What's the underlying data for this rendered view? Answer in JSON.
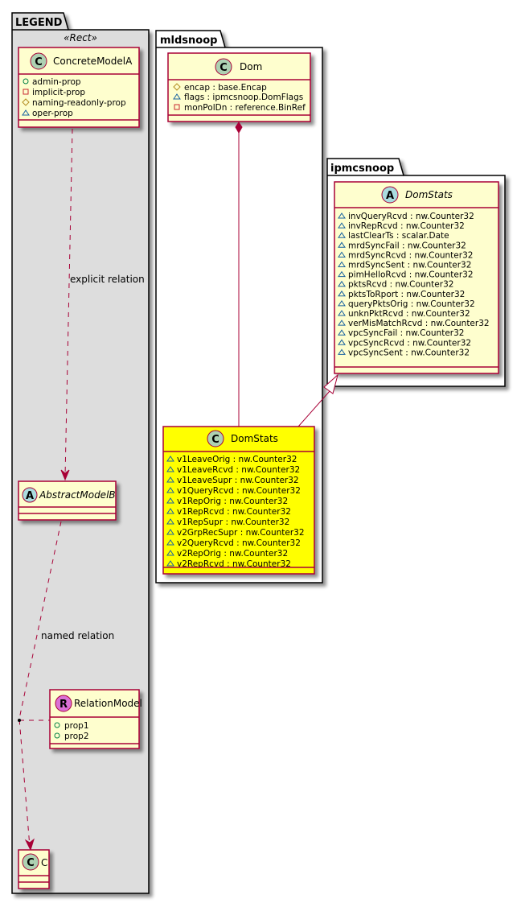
{
  "colors": {
    "class_fill": "#FEFECE",
    "highlight_fill": "#FFFF00",
    "border": "#A80036",
    "legend_fill": "#DDDDDD",
    "c_icon": "#ADD1B2",
    "a_icon": "#A9DCDF",
    "r_icon": "#DA70D6"
  },
  "legend": {
    "title": "LEGEND",
    "stereotype": "«Rect»",
    "concrete": {
      "icon": "C",
      "name": "ConcreteModelA",
      "attrs": [
        {
          "vis": "circle",
          "text": "admin-prop"
        },
        {
          "vis": "square",
          "text": "implicit-prop"
        },
        {
          "vis": "diamond",
          "text": "naming-readonly-prop"
        },
        {
          "vis": "triangle",
          "text": "oper-prop"
        }
      ]
    },
    "explicit_label": "explicit relation",
    "abstract": {
      "icon": "A",
      "name": "AbstractModelB"
    },
    "named_label": "named relation",
    "relation": {
      "icon": "R",
      "name": "RelationModel",
      "attrs": [
        {
          "vis": "circle",
          "text": "prop1"
        },
        {
          "vis": "circle",
          "text": "prop2"
        }
      ]
    },
    "c": {
      "icon": "C",
      "name": "C"
    }
  },
  "mldsnoop": {
    "title": "mldsnoop",
    "dom": {
      "icon": "C",
      "name": "Dom",
      "attrs": [
        {
          "vis": "diamond",
          "text": "encap : base.Encap"
        },
        {
          "vis": "triangle",
          "text": "flags : ipmcsnoop.DomFlags"
        },
        {
          "vis": "square",
          "text": "monPolDn : reference.BinRef"
        }
      ]
    },
    "domstats": {
      "icon": "C",
      "name": "DomStats",
      "attrs": [
        {
          "vis": "triangle",
          "text": "v1LeaveOrig : nw.Counter32"
        },
        {
          "vis": "triangle",
          "text": "v1LeaveRcvd : nw.Counter32"
        },
        {
          "vis": "triangle",
          "text": "v1LeaveSupr : nw.Counter32"
        },
        {
          "vis": "triangle",
          "text": "v1QueryRcvd : nw.Counter32"
        },
        {
          "vis": "triangle",
          "text": "v1RepOrig : nw.Counter32"
        },
        {
          "vis": "triangle",
          "text": "v1RepRcvd : nw.Counter32"
        },
        {
          "vis": "triangle",
          "text": "v1RepSupr : nw.Counter32"
        },
        {
          "vis": "triangle",
          "text": "v2GrpRecSupr : nw.Counter32"
        },
        {
          "vis": "triangle",
          "text": "v2QueryRcvd : nw.Counter32"
        },
        {
          "vis": "triangle",
          "text": "v2RepOrig : nw.Counter32"
        },
        {
          "vis": "triangle",
          "text": "v2RepRcvd : nw.Counter32"
        }
      ]
    }
  },
  "ipmcsnoop": {
    "title": "ipmcsnoop",
    "domstats": {
      "icon": "A",
      "name": "DomStats",
      "attrs": [
        {
          "vis": "triangle",
          "text": "invQueryRcvd : nw.Counter32"
        },
        {
          "vis": "triangle",
          "text": "invRepRcvd : nw.Counter32"
        },
        {
          "vis": "triangle",
          "text": "lastClearTs : scalar.Date"
        },
        {
          "vis": "triangle",
          "text": "mrdSyncFail : nw.Counter32"
        },
        {
          "vis": "triangle",
          "text": "mrdSyncRcvd : nw.Counter32"
        },
        {
          "vis": "triangle",
          "text": "mrdSyncSent : nw.Counter32"
        },
        {
          "vis": "triangle",
          "text": "pimHelloRcvd : nw.Counter32"
        },
        {
          "vis": "triangle",
          "text": "pktsRcvd : nw.Counter32"
        },
        {
          "vis": "triangle",
          "text": "pktsToRport : nw.Counter32"
        },
        {
          "vis": "triangle",
          "text": "queryPktsOrig : nw.Counter32"
        },
        {
          "vis": "triangle",
          "text": "unknPktRcvd : nw.Counter32"
        },
        {
          "vis": "triangle",
          "text": "verMisMatchRcvd : nw.Counter32"
        },
        {
          "vis": "triangle",
          "text": "vpcSyncFail : nw.Counter32"
        },
        {
          "vis": "triangle",
          "text": "vpcSyncRcvd : nw.Counter32"
        },
        {
          "vis": "triangle",
          "text": "vpcSyncSent : nw.Counter32"
        }
      ]
    }
  }
}
